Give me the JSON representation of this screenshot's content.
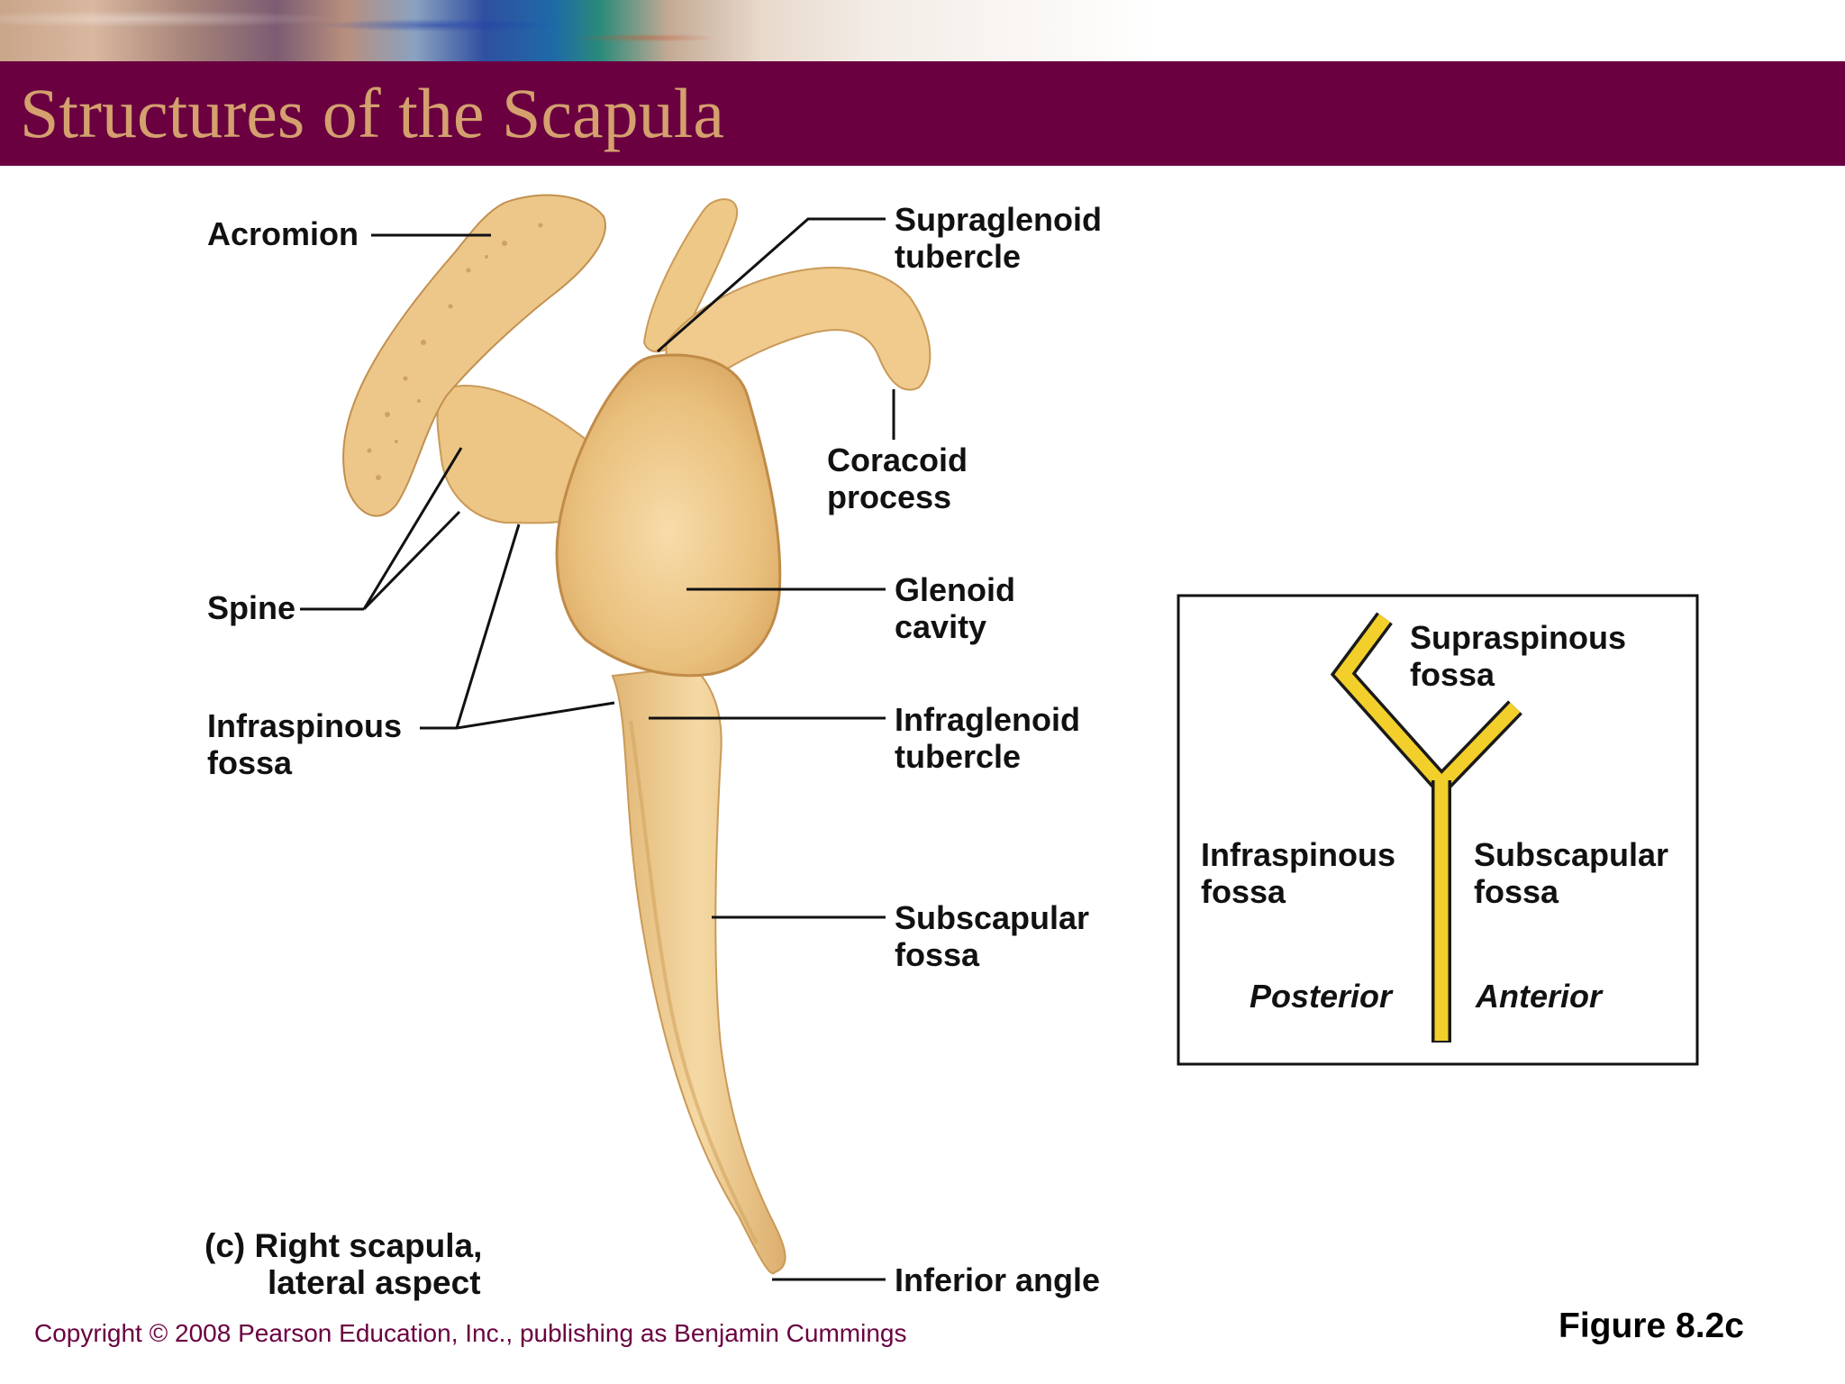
{
  "slide": {
    "title": "Structures of the Scapula",
    "copyright": "Copyright © 2008 Pearson Education, Inc., publishing as Benjamin Cummings",
    "figure_number": "Figure 8.2c"
  },
  "colors": {
    "title_bar": "#6a0040",
    "title_text": "#d4a06e",
    "bone": "#efc989",
    "inset_line": "#f2cf2a"
  },
  "figure": {
    "caption_line1": "(c) Right scapula,",
    "caption_line2": "lateral aspect",
    "labels": {
      "acromion": "Acromion",
      "spine": "Spine",
      "infraspinous_1": "Infraspinous",
      "infraspinous_2": "fossa",
      "supraglenoid_1": "Supraglenoid",
      "supraglenoid_2": "tubercle",
      "coracoid_1": "Coracoid",
      "coracoid_2": "process",
      "glenoid_1": "Glenoid",
      "glenoid_2": "cavity",
      "infraglenoid_1": "Infraglenoid",
      "infraglenoid_2": "tubercle",
      "subscapular_1": "Subscapular",
      "subscapular_2": "fossa",
      "inferior_angle": "Inferior angle"
    }
  },
  "inset": {
    "supraspinous_1": "Supraspinous",
    "supraspinous_2": "fossa",
    "infraspinous_1": "Infraspinous",
    "infraspinous_2": "fossa",
    "subscapular_1": "Subscapular",
    "subscapular_2": "fossa",
    "posterior": "Posterior",
    "anterior": "Anterior"
  }
}
